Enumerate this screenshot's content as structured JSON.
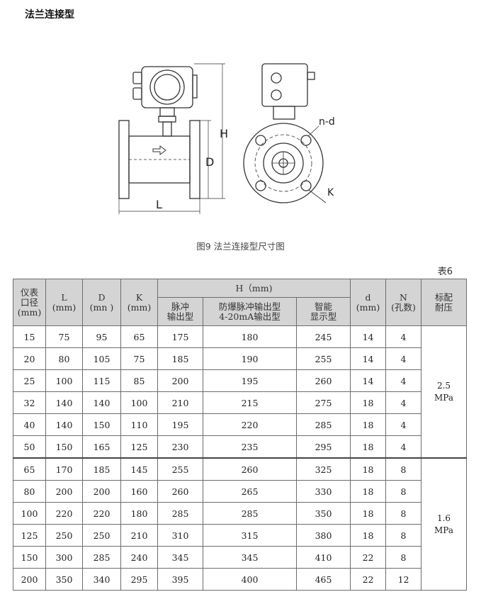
{
  "section_title": "法兰连接型",
  "figure": {
    "labels": {
      "h": "H",
      "d": "D",
      "l": "L",
      "nd": "n-d",
      "k": "K"
    },
    "caption": "图9 法兰连接型尺寸图"
  },
  "table_label": "表6",
  "table": {
    "headers": {
      "dn": [
        "仪表",
        "口径",
        "(mm)"
      ],
      "l": [
        "L",
        "(mm)"
      ],
      "d": [
        "D",
        "(mn )"
      ],
      "k": [
        "K",
        "(mm)"
      ],
      "h_group": "H（mm)",
      "h_pulse": [
        "脉冲",
        "输出型"
      ],
      "h_explosion": [
        "防爆脉冲输出型",
        "4-20mA输出型"
      ],
      "h_smart": [
        "智能",
        "显示型"
      ],
      "hole_d": [
        "d",
        "(mm)"
      ],
      "n": [
        "N",
        "(孔数)"
      ],
      "pressure": [
        "标配",
        "耐压"
      ]
    },
    "rows": [
      [
        "15",
        "75",
        "95",
        "65",
        "175",
        "180",
        "245",
        "14",
        "4"
      ],
      [
        "20",
        "80",
        "105",
        "75",
        "185",
        "190",
        "255",
        "14",
        "4"
      ],
      [
        "25",
        "100",
        "115",
        "85",
        "200",
        "195",
        "260",
        "14",
        "4"
      ],
      [
        "32",
        "140",
        "140",
        "100",
        "210",
        "215",
        "275",
        "18",
        "4"
      ],
      [
        "40",
        "140",
        "150",
        "110",
        "195",
        "220",
        "285",
        "18",
        "4"
      ],
      [
        "50",
        "150",
        "165",
        "125",
        "230",
        "235",
        "295",
        "18",
        "4"
      ],
      [
        "65",
        "170",
        "185",
        "145",
        "255",
        "260",
        "325",
        "18",
        "8"
      ],
      [
        "80",
        "200",
        "200",
        "160",
        "260",
        "265",
        "330",
        "18",
        "8"
      ],
      [
        "100",
        "220",
        "220",
        "180",
        "285",
        "285",
        "350",
        "18",
        "8"
      ],
      [
        "125",
        "250",
        "250",
        "210",
        "310",
        "315",
        "380",
        "18",
        "8"
      ],
      [
        "150",
        "300",
        "285",
        "240",
        "345",
        "345",
        "410",
        "22",
        "8"
      ],
      [
        "200",
        "350",
        "340",
        "295",
        "395",
        "400",
        "465",
        "22",
        "12"
      ]
    ],
    "pressure_groups": [
      {
        "value": "2.5",
        "unit": "MPa"
      },
      {
        "value": "1.6",
        "unit": "MPa"
      }
    ]
  }
}
